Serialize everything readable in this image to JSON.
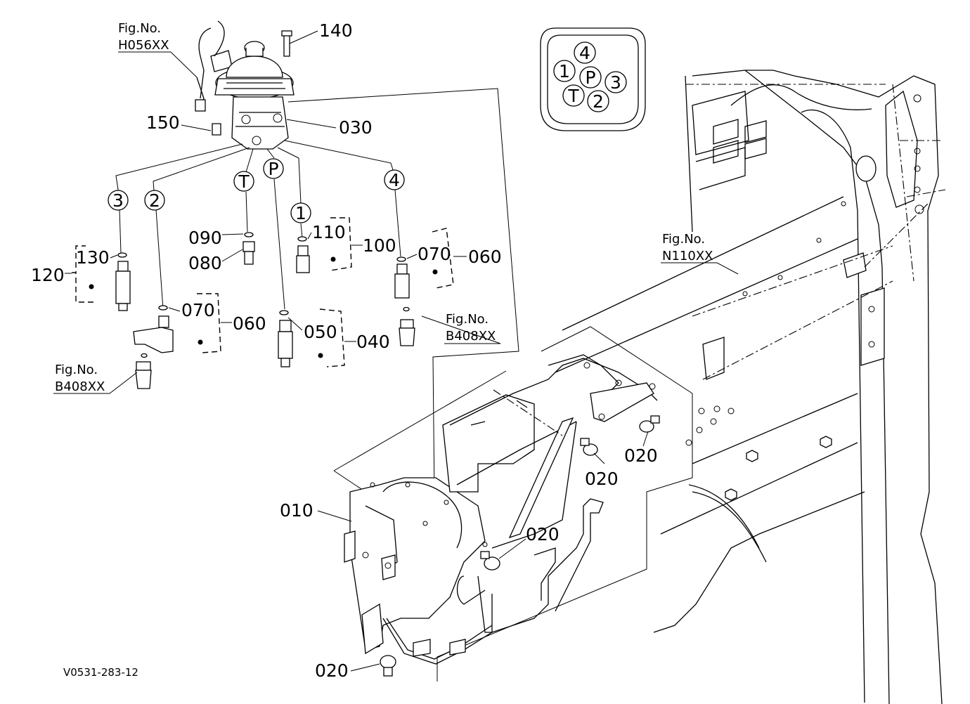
{
  "fig_refs": [
    {
      "line1": "Fig.No.",
      "line2": "H056XX"
    },
    {
      "line1": "Fig.No.",
      "line2": "N110XX"
    },
    {
      "line1": "Fig.No.",
      "line2": "B408XX"
    },
    {
      "line1": "Fig.No.",
      "line2": "B408XX"
    }
  ],
  "callouts": [
    "140",
    "150",
    "030",
    "090",
    "080",
    "110",
    "100",
    "130",
    "120",
    "070",
    "060",
    "070",
    "060",
    "050",
    "040",
    "010",
    "020",
    "020",
    "020",
    "020"
  ],
  "port_labels": [
    "3",
    "2",
    "T",
    "P",
    "1",
    "4"
  ],
  "port_map": [
    "4",
    "1",
    "P",
    "3",
    "T",
    "2"
  ],
  "drawing_code": "V0531-283-12"
}
